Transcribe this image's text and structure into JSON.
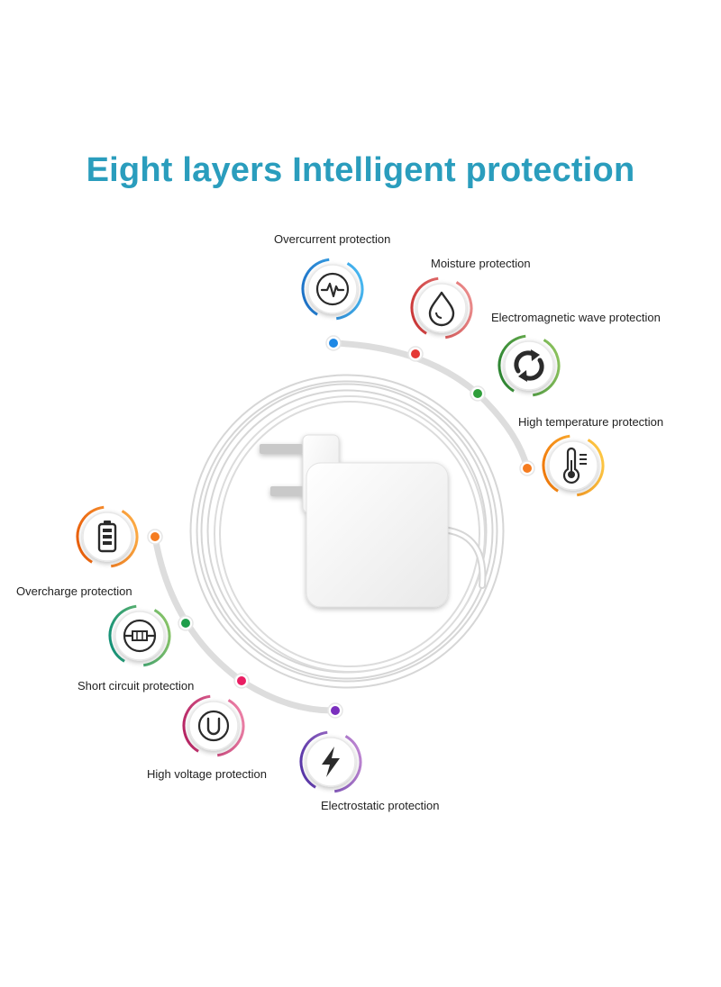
{
  "title": "Eight layers Intelligent protection",
  "colors": {
    "title": "#2a9dbd",
    "overcurrent": "#1e88e5",
    "moisture": "#e53935",
    "electromagnetic": "#2e9e3a",
    "high_temperature": "#f57c20",
    "overcharge": "#f57c20",
    "short_circuit": "#1e9e4a",
    "high_voltage": "#e91e63",
    "electrostatic": "#7b2fbe"
  },
  "protections": {
    "overcurrent": {
      "label": "Overcurrent protection",
      "icon": "pulse-icon"
    },
    "moisture": {
      "label": "Moisture protection",
      "icon": "water-drop-icon"
    },
    "electromagnetic": {
      "label": "Electromagnetic wave protection",
      "icon": "refresh-arrows-icon"
    },
    "high_temperature": {
      "label": "High temperature protection",
      "icon": "thermometer-icon"
    },
    "overcharge": {
      "label": "Overcharge protection",
      "icon": "battery-icon"
    },
    "short_circuit": {
      "label": "Short circuit protection",
      "icon": "resistor-icon"
    },
    "high_voltage": {
      "label": "High voltage protection",
      "icon": "voltage-u-icon"
    },
    "electrostatic": {
      "label": "Electrostatic protection",
      "icon": "lightning-icon"
    }
  }
}
